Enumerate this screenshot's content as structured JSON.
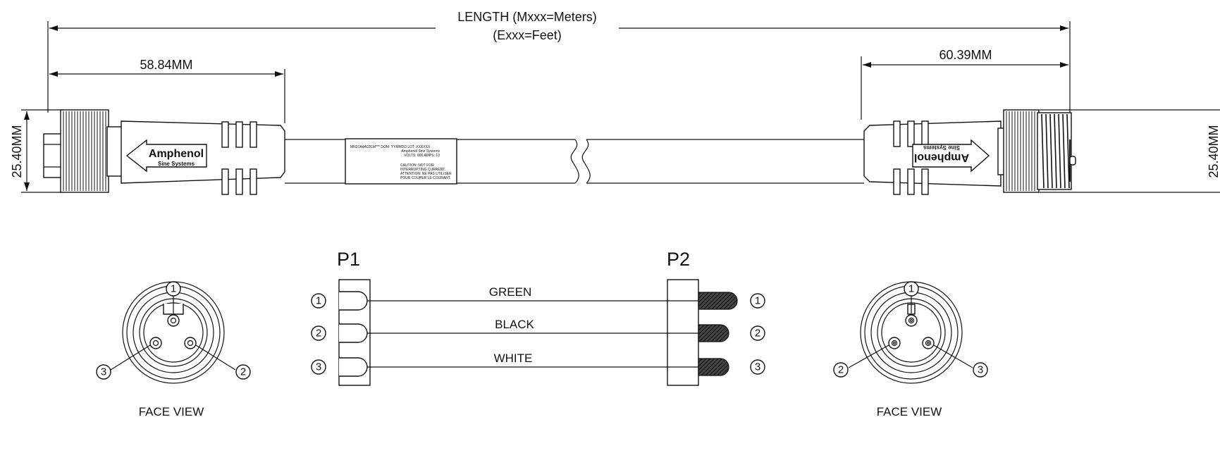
{
  "dimensions": {
    "length_line1": "LENGTH (Mxxx=Meters)",
    "length_line2": "(Exxx=Feet)",
    "left_connector_length": "58.84MM",
    "right_connector_length": "60.39MM",
    "left_diameter": "25.40MM",
    "right_diameter": "25.40MM"
  },
  "logo": {
    "brand": "Amphenol",
    "sub": "Sine Systems"
  },
  "cable_label": {
    "line1": "MN37A4AC01M***  DOM:  YYMMDD   LOT:  XXXXXX",
    "line2": "Amphenol Sine Systems",
    "line3": "VOLTS: 600    AMPS:  13",
    "line4": "CAUTION: NOT FOR",
    "line5": "INTERRUPTING CURRENT.",
    "line6": "ATTENTION: NE PAS UTILISER",
    "line7": "POUR COUPER LE COURANT."
  },
  "left_face": {
    "caption": "FACE VIEW",
    "pins": [
      "1",
      "2",
      "3"
    ]
  },
  "right_face": {
    "caption": "FACE VIEW",
    "pins": [
      "1",
      "2",
      "3"
    ]
  },
  "wiring": {
    "p1_label": "P1",
    "p2_label": "P2",
    "wires": [
      {
        "pin": "1",
        "color": "GREEN"
      },
      {
        "pin": "2",
        "color": "BLACK"
      },
      {
        "pin": "3",
        "color": "WHITE"
      }
    ]
  }
}
